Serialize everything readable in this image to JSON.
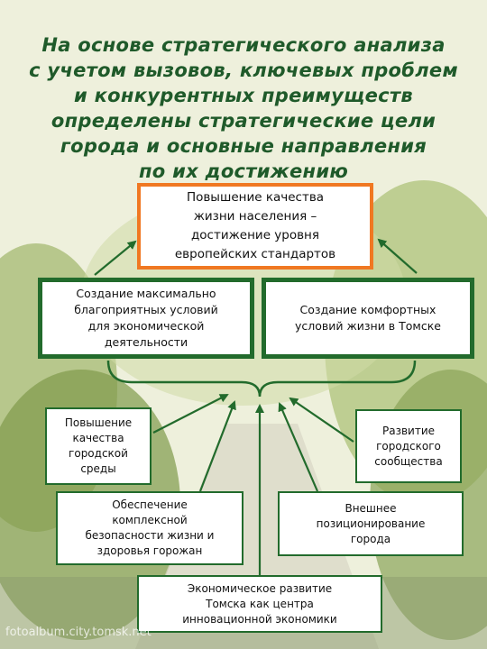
{
  "title_lines": [
    "На основе стратегического анализа",
    "с учетом вызовов, ключевых проблем",
    "и конкурентных преимуществ",
    "определены стратегические цели",
    "города и основные направления",
    "по их достижению"
  ],
  "goal": {
    "lines": [
      "Повышение качества",
      "жизни населения –",
      "достижение уровня",
      "европейских стандартов"
    ]
  },
  "objectives": [
    {
      "lines": [
        "Создание максимально",
        "благоприятных условий",
        "для экономической",
        "деятельности"
      ]
    },
    {
      "lines": [
        "Создание комфортных",
        "условий жизни в Томске"
      ]
    }
  ],
  "directions": [
    {
      "lines": [
        "Повышение",
        "качества",
        "городской",
        "среды"
      ]
    },
    {
      "lines": [
        "Развитие",
        "городского",
        "сообщества"
      ]
    },
    {
      "lines": [
        "Обеспечение",
        "комплексной",
        "безопасности жизни и",
        "здоровья горожан"
      ]
    },
    {
      "lines": [
        "Внешнее",
        "позиционирование",
        "города"
      ]
    },
    {
      "lines": [
        "Экономическое развитие",
        "Томска как центра",
        "инновационной экономики"
      ]
    }
  ],
  "watermark": "fotoalbum.city.tomsk.net",
  "colors": {
    "accent_green": "#226b2c",
    "goal_border": "#f07822",
    "title": "#1f5a2a"
  }
}
